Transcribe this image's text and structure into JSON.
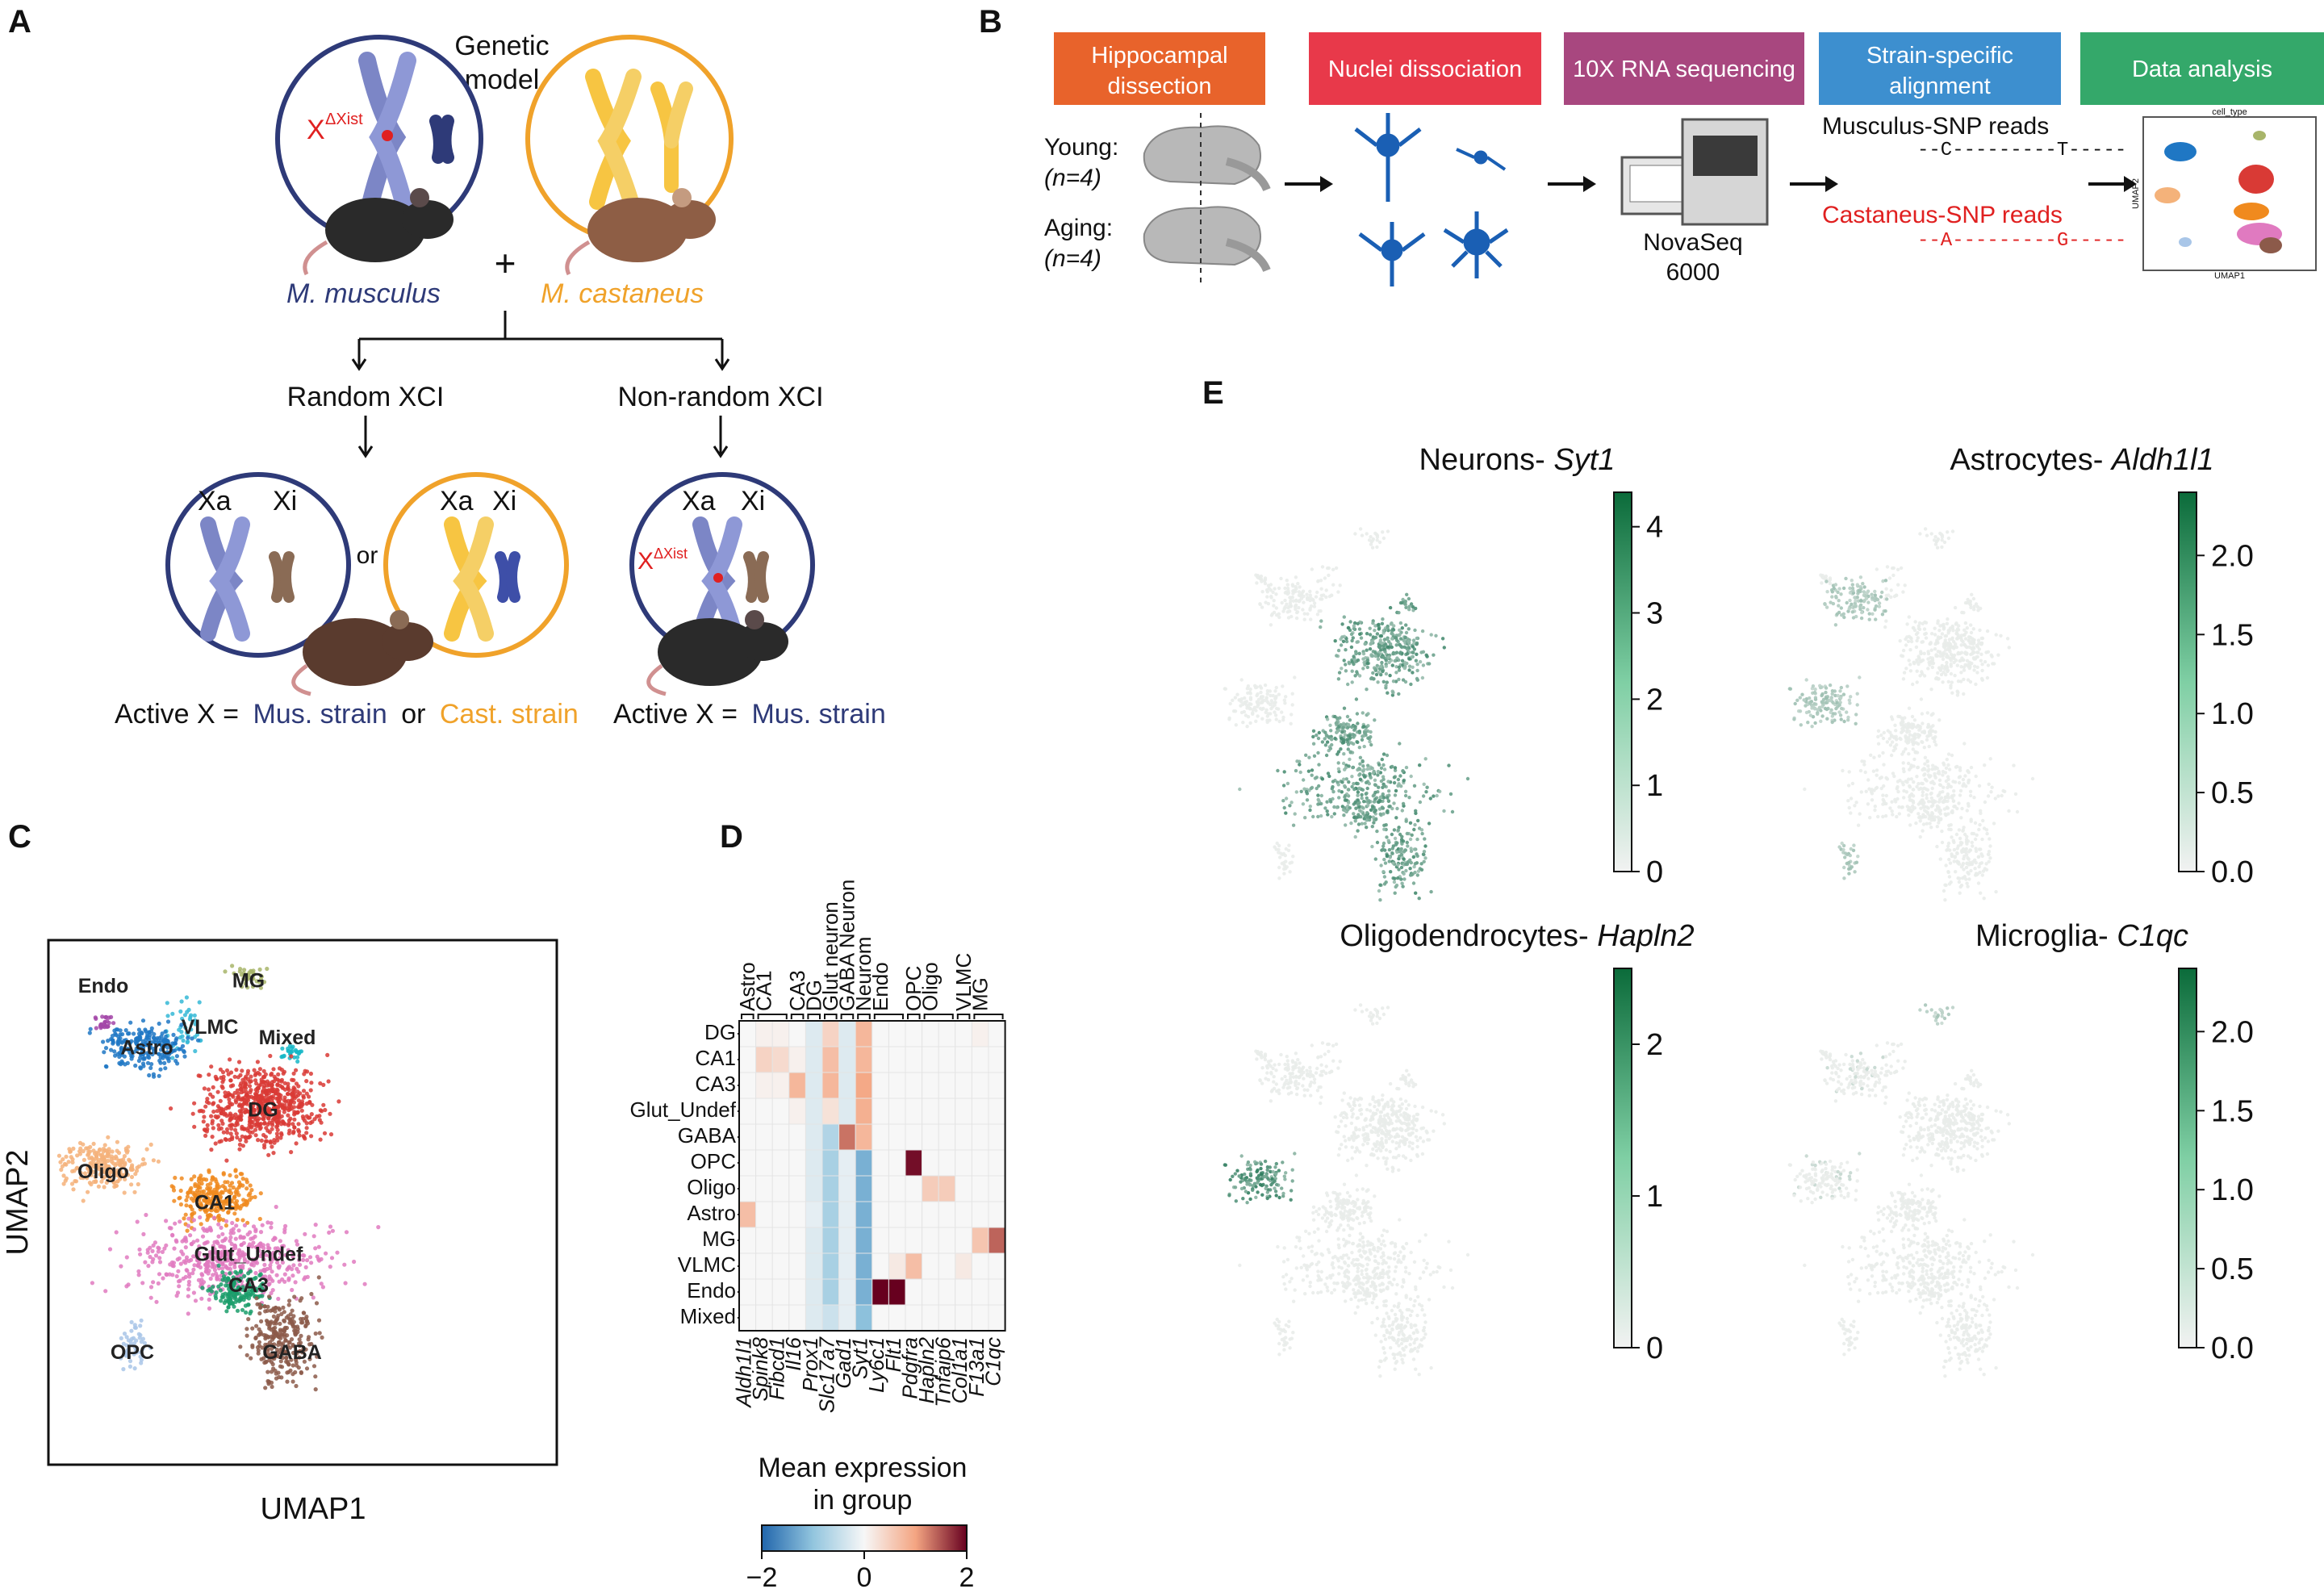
{
  "panels": {
    "A": "A",
    "B": "B",
    "C": "C",
    "D": "D",
    "E": "E"
  },
  "panelA": {
    "genetic_model": [
      "Genetic",
      "model"
    ],
    "x_label": "X",
    "delta_xist": "ΔXist",
    "plus": "+",
    "musculus": "M. musculus",
    "castaneus": "M. castaneus",
    "random": "Random XCI",
    "nonrandom": "Non-random XCI",
    "xa": "Xa",
    "xi": "Xi",
    "or": "or",
    "active_x": "Active X =",
    "mus_strain": "Mus. strain",
    "or2": "or",
    "cast_strain": "Cast. strain",
    "colors": {
      "musculus": "#2e3a78",
      "castaneus": "#f0a22a",
      "xist": "#e02020"
    }
  },
  "panelB": {
    "steps": [
      {
        "label": [
          "Hippocampal",
          "dissection"
        ],
        "color": "#e8632b"
      },
      {
        "label": [
          "Nuclei dissociation"
        ],
        "color": "#e8394a"
      },
      {
        "label": [
          "10X RNA sequencing"
        ],
        "color": "#a8477f"
      },
      {
        "label": [
          "Strain-specific",
          "alignment"
        ],
        "color": "#3d8fcf"
      },
      {
        "label": [
          "Data analysis"
        ],
        "color": "#34a86a"
      }
    ],
    "young": "Young:",
    "young_n": "(n=4)",
    "aging": "Aging:",
    "aging_n": "(n=4)",
    "novaseq": [
      "NovaSeq",
      "6000"
    ],
    "mus_reads": "Musculus-SNP reads",
    "mus_seq": "--C---------T-----",
    "cast_reads": "Castaneus-SNP reads",
    "cast_seq": "--A---------G-----",
    "mini_title": "cell_type",
    "mini_x": "UMAP1",
    "mini_y": "UMAP2"
  },
  "panelC": {
    "xlabel": "UMAP1",
    "ylabel": "UMAP2",
    "clusters": [
      {
        "name": "MG",
        "color": "#a8b56a"
      },
      {
        "name": "Endo",
        "color": "#a347a8"
      },
      {
        "name": "VLMC",
        "color": "#35b8d6"
      },
      {
        "name": "Astro",
        "color": "#1f77c4"
      },
      {
        "name": "Mixed",
        "color": "#17b7c7"
      },
      {
        "name": "DG",
        "color": "#d93a35"
      },
      {
        "name": "Oligo",
        "color": "#f4b27a"
      },
      {
        "name": "CA1",
        "color": "#f08a1e"
      },
      {
        "name": "Glut_Undef",
        "color": "#e07ac0"
      },
      {
        "name": "CA3",
        "color": "#1b9e6b"
      },
      {
        "name": "OPC",
        "color": "#a9c6e8"
      },
      {
        "name": "GABA",
        "color": "#8c5a4a"
      }
    ]
  },
  "chart_data": [
    {
      "type": "heatmap",
      "title": "",
      "row_labels": [
        "DG",
        "CA1",
        "CA3",
        "Glut_Undef",
        "GABA",
        "OPC",
        "Oligo",
        "Astro",
        "MG",
        "VLMC",
        "Endo",
        "Mixed"
      ],
      "col_labels": [
        "Aldh1l1",
        "Spink8",
        "Fibcd1",
        "Il16",
        "Prox1",
        "Slc17a7",
        "Gad1",
        "Syt1",
        "Ly6c1",
        "Flt1",
        "Pdgfra",
        "Hapln2",
        "Tnfaip6",
        "Col1a1",
        "F13a1",
        "C1qc"
      ],
      "group_labels": [
        {
          "name": "Astro",
          "cols": [
            0,
            0
          ]
        },
        {
          "name": "CA1",
          "cols": [
            1,
            2
          ]
        },
        {
          "name": "CA3",
          "cols": [
            3,
            3
          ]
        },
        {
          "name": "DG",
          "cols": [
            4,
            4
          ]
        },
        {
          "name": "Glut neuron",
          "cols": [
            5,
            5
          ]
        },
        {
          "name": "GABA Neuron",
          "cols": [
            6,
            6
          ]
        },
        {
          "name": "Neurom",
          "cols": [
            7,
            7
          ]
        },
        {
          "name": "Endo",
          "cols": [
            8,
            9
          ]
        },
        {
          "name": "OPC",
          "cols": [
            10,
            10
          ]
        },
        {
          "name": "Oligo",
          "cols": [
            11,
            12
          ]
        },
        {
          "name": "VLMC",
          "cols": [
            13,
            13
          ]
        },
        {
          "name": "MG",
          "cols": [
            14,
            15
          ]
        }
      ],
      "values": [
        [
          0.0,
          0.1,
          0.1,
          0.0,
          -0.3,
          0.5,
          -0.3,
          0.9,
          0.0,
          0.0,
          0.0,
          0.0,
          0.0,
          0.0,
          0.1,
          0.0
        ],
        [
          0.0,
          0.5,
          0.4,
          0.1,
          -0.3,
          0.8,
          -0.3,
          0.9,
          0.0,
          0.0,
          0.0,
          0.0,
          0.0,
          0.0,
          0.0,
          0.0
        ],
        [
          0.0,
          0.1,
          0.1,
          0.9,
          -0.3,
          0.9,
          -0.3,
          1.1,
          0.0,
          0.0,
          0.0,
          0.0,
          0.0,
          0.0,
          0.0,
          0.0
        ],
        [
          0.0,
          0.0,
          0.0,
          0.1,
          -0.3,
          0.3,
          -0.3,
          1.0,
          0.0,
          0.0,
          0.0,
          0.0,
          0.0,
          0.0,
          0.0,
          0.0
        ],
        [
          0.0,
          0.0,
          0.0,
          0.0,
          -0.3,
          -0.8,
          1.5,
          0.9,
          0.0,
          0.0,
          0.0,
          0.0,
          0.0,
          0.0,
          0.0,
          0.0
        ],
        [
          0.0,
          0.0,
          0.0,
          0.0,
          -0.3,
          -0.9,
          -0.2,
          -1.4,
          0.0,
          0.0,
          2.2,
          0.0,
          0.0,
          0.0,
          0.0,
          0.0
        ],
        [
          0.0,
          0.0,
          0.0,
          0.0,
          -0.3,
          -0.9,
          -0.2,
          -1.4,
          0.0,
          0.0,
          0.0,
          0.6,
          0.6,
          0.0,
          0.0,
          0.0
        ],
        [
          0.8,
          0.0,
          0.0,
          0.0,
          -0.2,
          -0.9,
          -0.2,
          -1.4,
          0.0,
          0.0,
          0.0,
          0.0,
          0.0,
          0.0,
          0.0,
          0.0
        ],
        [
          0.0,
          0.0,
          0.0,
          0.0,
          -0.3,
          -0.9,
          -0.2,
          -1.4,
          0.0,
          0.0,
          0.0,
          0.0,
          0.0,
          0.0,
          0.7,
          1.6
        ],
        [
          0.0,
          0.0,
          0.0,
          0.0,
          -0.3,
          -0.9,
          -0.2,
          -1.4,
          0.0,
          0.2,
          0.8,
          0.0,
          0.0,
          0.2,
          0.0,
          0.0
        ],
        [
          0.0,
          0.0,
          0.0,
          0.0,
          -0.3,
          -0.9,
          -0.2,
          -1.4,
          2.3,
          2.3,
          0.0,
          0.0,
          0.0,
          0.0,
          0.0,
          0.0
        ],
        [
          0.0,
          0.0,
          0.0,
          0.0,
          -0.3,
          -0.5,
          -0.2,
          -1.2,
          0.0,
          0.0,
          0.0,
          0.0,
          0.0,
          0.0,
          0.0,
          0.0
        ]
      ],
      "colorbar": {
        "label": [
          "Mean expression",
          "in group"
        ],
        "ticks": [
          "−2",
          "0",
          "2"
        ],
        "range": [
          -2,
          2
        ]
      }
    },
    {
      "type": "scatter",
      "title": "Neurons- ",
      "gene": "Syt1",
      "colorbar_ticks": [
        "0",
        "1",
        "2",
        "3",
        "4"
      ],
      "range": [
        0,
        4.4
      ],
      "highlight": "neurons"
    },
    {
      "type": "scatter",
      "title": "Astrocytes- ",
      "gene": "Aldh1l1",
      "colorbar_ticks": [
        "0.0",
        "0.5",
        "1.0",
        "1.5",
        "2.0"
      ],
      "range": [
        0,
        2.4
      ],
      "highlight": "astro"
    },
    {
      "type": "scatter",
      "title": "Oligodendrocytes- ",
      "gene": "Hapln2",
      "colorbar_ticks": [
        "0",
        "1",
        "2"
      ],
      "range": [
        0,
        2.5
      ],
      "highlight": "oligo"
    },
    {
      "type": "scatter",
      "title": "Microglia- ",
      "gene": "C1qc",
      "colorbar_ticks": [
        "0.0",
        "0.5",
        "1.0",
        "1.5",
        "2.0"
      ],
      "range": [
        0,
        2.4
      ],
      "highlight": "mg"
    }
  ]
}
